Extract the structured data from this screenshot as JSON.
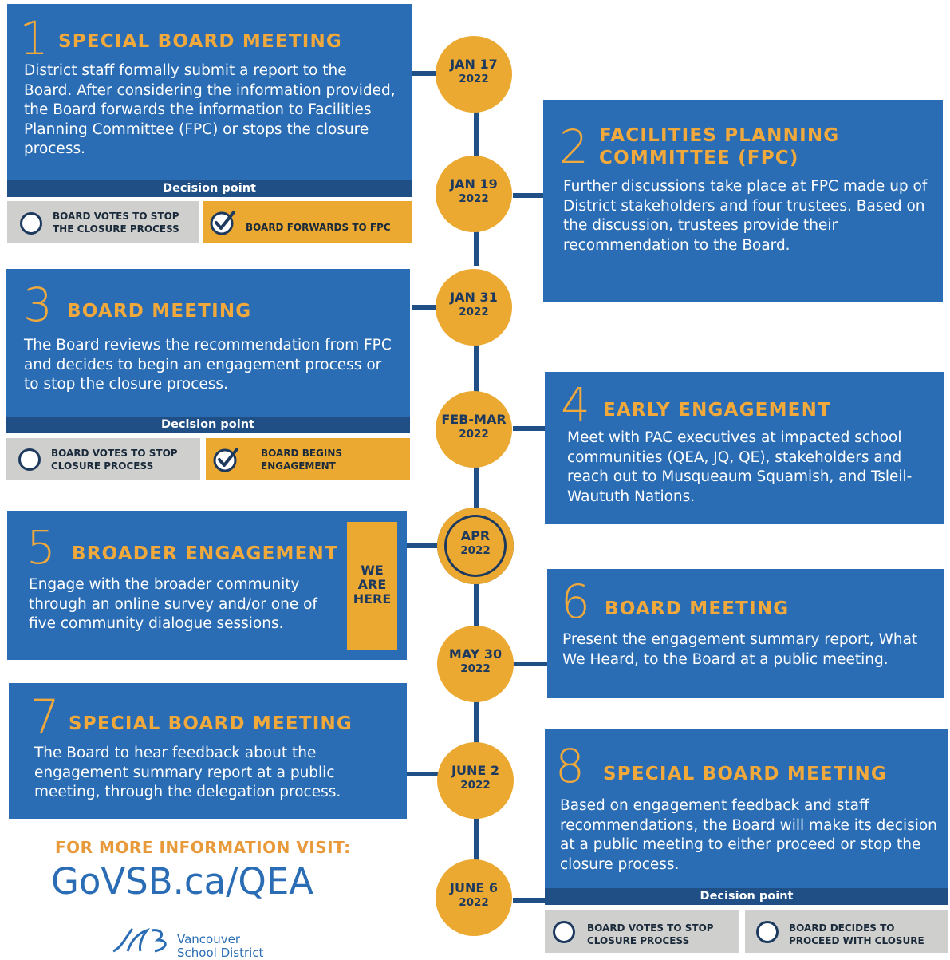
{
  "steps": [
    {
      "number": "1",
      "title": "SPECIAL BOARD MEETING",
      "body": "District staff formally submit a report to the Board. After considering the information provided, the Board forwards the information to Facilities Planning Committee (FPC) or stops the closure process."
    },
    {
      "number": "2",
      "title_line1": "FACILITIES PLANNING",
      "title_line2": "COMMITTEE (FPC)",
      "body": "Further discussions take place at FPC made up of District stakeholders and four trustees. Based on the discussion, trustees provide their recommendation to the Board."
    },
    {
      "number": "3",
      "title": "BOARD MEETING",
      "body": "The Board reviews the recommendation from FPC and decides to begin an engagement process or to stop the closure process."
    },
    {
      "number": "4",
      "title": "EARLY ENGAGEMENT",
      "body": "Meet with PAC executives at impacted school communities (QEA, JQ, QE), stakeholders and reach out to Musqueaum Squamish, and Tsleil-Waututh Nations."
    },
    {
      "number": "5",
      "title": "BROADER ENGAGEMENT",
      "body": "Engage with the broader community through an online survey and/or one of five community dialogue sessions."
    },
    {
      "number": "6",
      "title": "BOARD MEETING",
      "body": "Present the engagement summary report, What We Heard, to the Board at a public meeting."
    },
    {
      "number": "7",
      "title": "SPECIAL BOARD MEETING",
      "body": "The Board to hear feedback about the engagement summary report at a public meeting, through the delegation process."
    },
    {
      "number": "8",
      "title": "SPECIAL BOARD MEETING",
      "body": "Based on engagement feedback and staff recommendations, the Board will make its decision at a public meeting to either proceed or stop the closure process."
    }
  ],
  "decision_label": "Decision point",
  "decisions": {
    "d1": {
      "stop": "BOARD VOTES TO STOP THE CLOSURE PROCESS",
      "go": "BOARD FORWARDS TO FPC",
      "selected": "go"
    },
    "d3": {
      "stop": "BOARD VOTES TO STOP CLOSURE PROCESS",
      "go": "BOARD BEGINS ENGAGEMENT",
      "selected": "go"
    },
    "d8": {
      "stop": "BOARD VOTES TO STOP CLOSURE PROCESS",
      "go": "BOARD DECIDES TO PROCEED WITH CLOSURE",
      "selected": "none"
    }
  },
  "dates": [
    {
      "month": "JAN 17",
      "year": "2022"
    },
    {
      "month": "JAN 19",
      "year": "2022"
    },
    {
      "month": "JAN 31",
      "year": "2022"
    },
    {
      "month": "FEB-MAR",
      "year": "2022"
    },
    {
      "month": "APR",
      "year": "2022",
      "current": true
    },
    {
      "month": "MAY 30",
      "year": "2022"
    },
    {
      "month": "JUNE 2",
      "year": "2022"
    },
    {
      "month": "JUNE 6",
      "year": "2022"
    }
  ],
  "we_are_here": "WE ARE HERE",
  "footer": {
    "more_info": "FOR MORE INFORMATION VISIT:",
    "url": "GoVSB.ca/QEA",
    "org_line1": "Vancouver",
    "org_line2": "School District"
  },
  "colors": {
    "blue": "#2a6db5",
    "navy": "#1f4f85",
    "gold": "#eca932",
    "grey": "#cfd0ce"
  },
  "icons": {
    "checked": "checkmark-circle-icon",
    "unchecked": "empty-circle-icon",
    "logo": "vsb-logo-icon"
  }
}
